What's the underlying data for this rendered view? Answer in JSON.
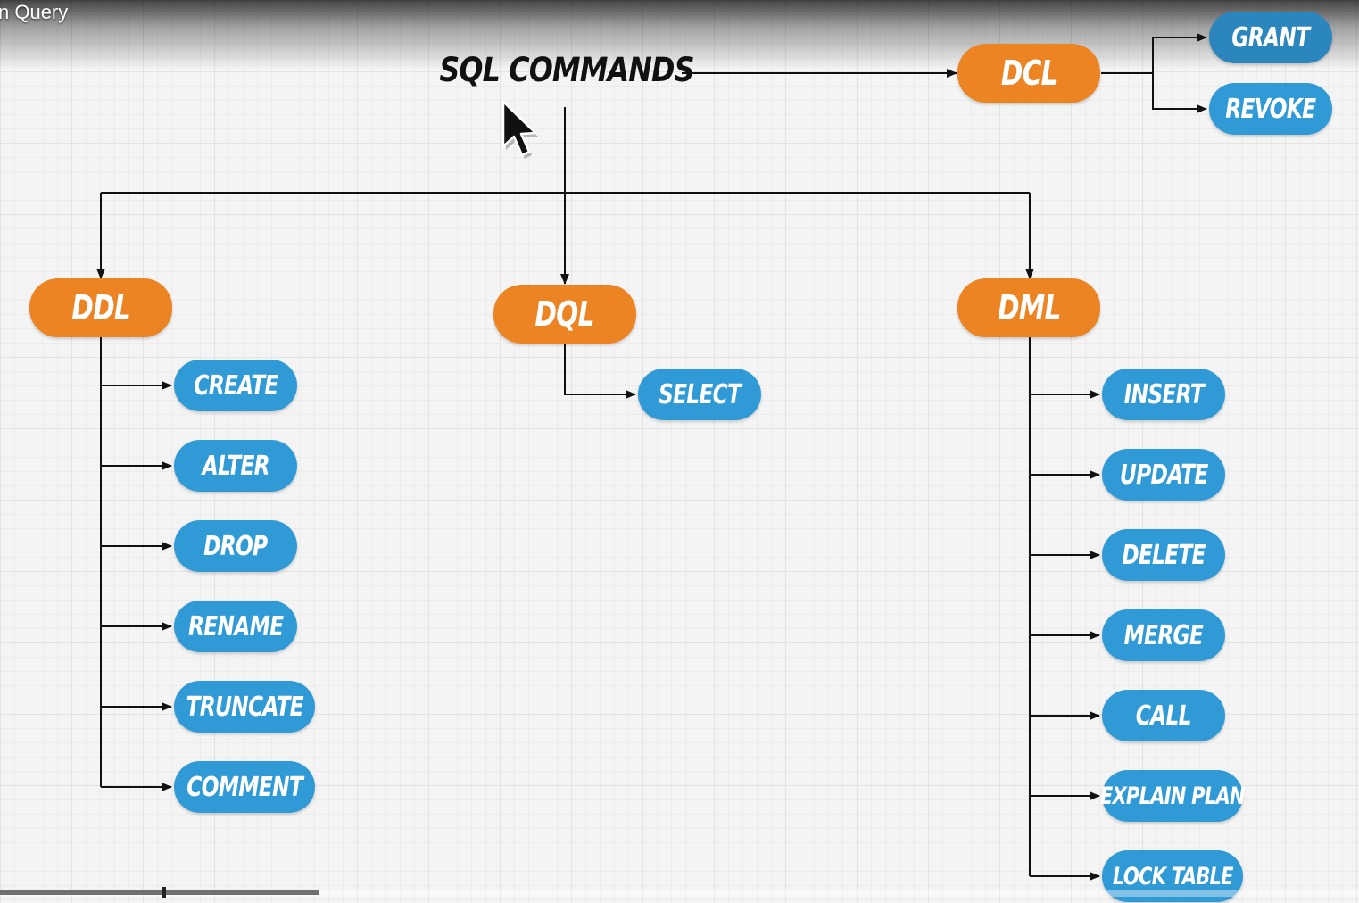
{
  "video": {
    "title": "n Query",
    "progress_fraction": 0.235
  },
  "colors": {
    "category": "#ec8424",
    "command": "#2f9ad6",
    "connector": "#111111"
  },
  "diagram": {
    "heading": "SQL COMMANDS",
    "dcl": {
      "label": "DCL",
      "commands": [
        "GRANT",
        "REVOKE"
      ]
    },
    "ddl": {
      "label": "DDL",
      "commands": [
        "CREATE",
        "ALTER",
        "DROP",
        "RENAME",
        "TRUNCATE",
        "COMMENT"
      ]
    },
    "dql": {
      "label": "DQL",
      "commands": [
        "SELECT"
      ]
    },
    "dml": {
      "label": "DML",
      "commands": [
        "INSERT",
        "UPDATE",
        "DELETE",
        "MERGE",
        "CALL",
        "EXPLAIN PLAN",
        "LOCK TABLE"
      ]
    }
  },
  "icons": {
    "cursor": "mouse-pointer-icon"
  }
}
